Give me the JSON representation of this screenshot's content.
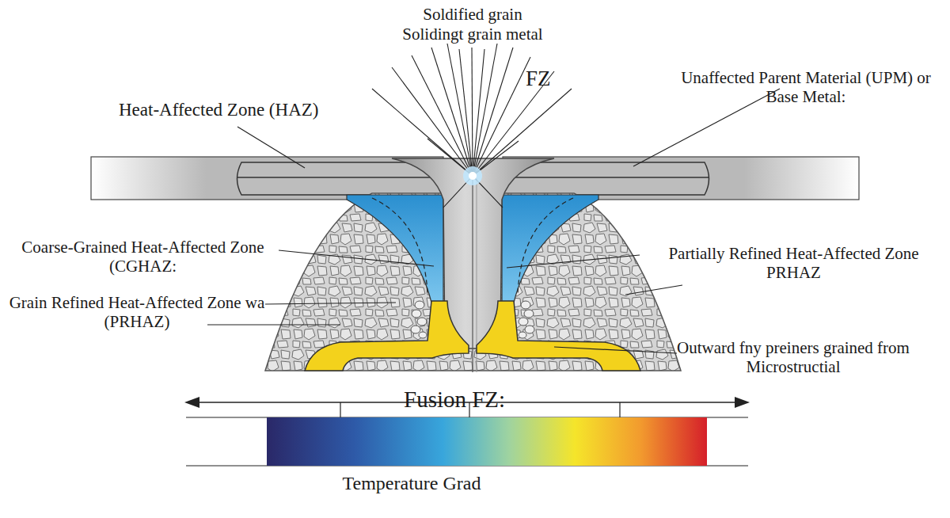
{
  "diagram": {
    "labels": [
      "Soldified grain",
      "Solidingt grain metal",
      "FZ",
      "Unaffected Parent Material (UPM) or Base Metal:",
      "Heat-Affected Zone (HAZ)",
      "Coarse-Grained Heat-Affected Zone (CGHAZ:",
      "Grain Refined Heat-Affected Zone wa (PRHAZ)",
      "Partially Refined Heat-Affected Zone PRHAZ",
      "Outward fny preiners grained from Microstructial",
      "Fusion FZ:",
      "Temperature Grad"
    ]
  }
}
